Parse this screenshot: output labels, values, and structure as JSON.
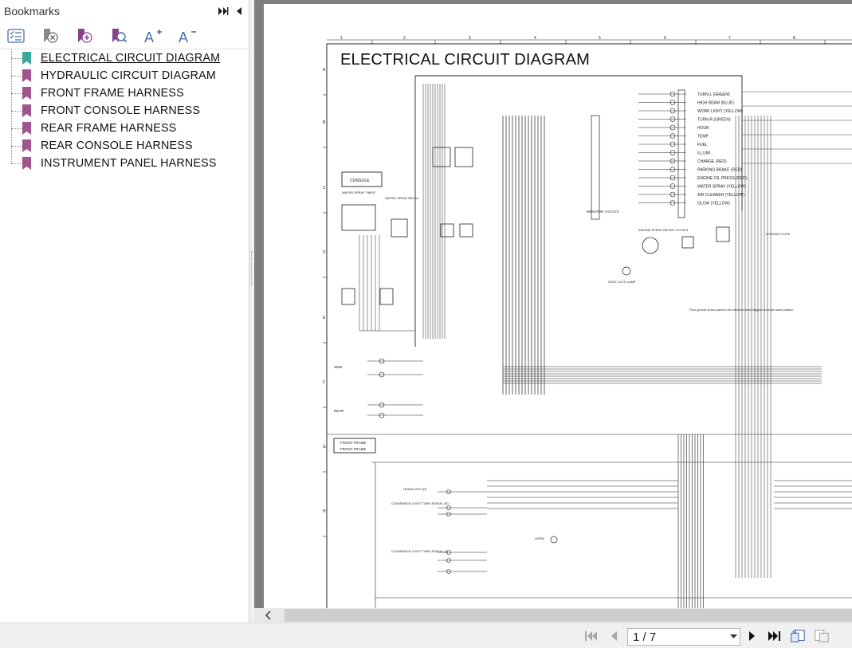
{
  "sidebar": {
    "title": "Bookmarks",
    "items": [
      {
        "label": "ELECTRICAL CIRCUIT DIAGRAM",
        "active": true
      },
      {
        "label": "HYDRAULIC CIRCUIT DIAGRAM"
      },
      {
        "label": "FRONT FRAME HARNESS"
      },
      {
        "label": "FRONT CONSOLE HARNESS"
      },
      {
        "label": "REAR FRAME HARNESS"
      },
      {
        "label": "REAR CONSOLE HARNESS"
      },
      {
        "label": "INSTRUMENT PANEL HARNESS"
      }
    ]
  },
  "document": {
    "title": "ELECTRICAL CIRCUIT DIAGRAM",
    "labels": {
      "console": "CONSOLE",
      "front_frame_1": "FRONT FRAME",
      "front_frame_2": "FRONT FRAME",
      "monitor": "MONITOR  Y417474",
      "gate_lock": "GATE LOCK LAMP",
      "engine_speed": "ENGINE SPEED METER Y417673",
      "license_plate": "LICENSE PLATE",
      "floor_note": "Floor grounds at four places in the electrical circuit diagram are in the same position.",
      "side": "SIDE",
      "rear": "REAR",
      "water_spray_timer": "WATER SPRAY TIMER",
      "water_spray_relay": "WATER SPRAY RELAY",
      "headlight": "HEADLIGHT (R)",
      "clearance_r": "CLEARANCE LIGHT TURN SIGNAL (R)",
      "clearance_l": "CLEARANCE LIGHT TURN SIGNAL (L)",
      "horn": "HORN"
    },
    "indicators": [
      "TURN-L (GREEN)",
      "HIGH BEAM (BLUE)",
      "WORK LIGHT (YELLOW)",
      "TURN-R (GREEN)",
      "HOUR",
      "TEMP",
      "FUEL",
      "ILLUMI",
      "CHARGE (RED)",
      "PARKING BRAKE (RED)",
      "ENGINE OIL PRESS (RED)",
      "WATER SPRAY (YELLOW)",
      "AIR CLEANER (YELLOW)",
      "GLOW (YELLOW)"
    ],
    "col_numbers": [
      "1",
      "2",
      "3",
      "4",
      "5",
      "6",
      "7",
      "8"
    ],
    "row_letters": [
      "A",
      "B",
      "C",
      "D",
      "E",
      "F",
      "G",
      "H"
    ]
  },
  "navbar": {
    "page_indicator": "1 / 7"
  },
  "colors": {
    "bookmark_active": "#3aa89b",
    "bookmark": "#a0558f",
    "toolbar_icon": "#8a3f8a"
  }
}
